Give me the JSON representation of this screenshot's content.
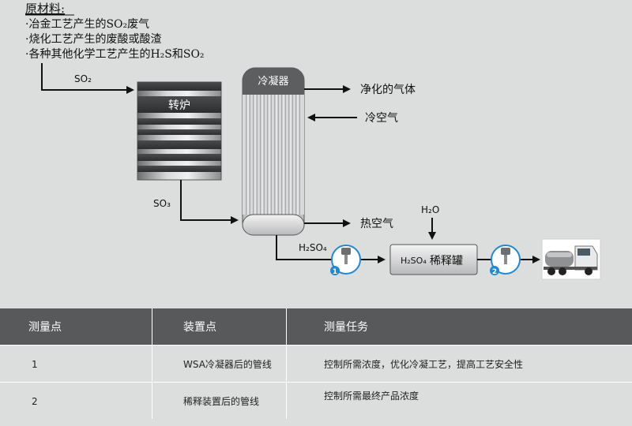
{
  "materials": {
    "title": "原材料:",
    "line1": "·冶金工艺产生的SO₂废气",
    "line2": "·烧化工艺产生的废酸或酸渣",
    "line3": "·各种其他化学工艺产生的H₂S和SO₂"
  },
  "diagram": {
    "so2_label": "SO₂",
    "so3_label": "SO₃",
    "h2so4_label": "H₂SO₄",
    "h2o_label": "H₂O",
    "converter_label": "转炉",
    "condenser_label": "冷凝器",
    "clean_gas": "净化的气体",
    "cold_air": "冷空气",
    "hot_air": "热空气",
    "tank_prefix": "H₂SO₄",
    "tank_label": "稀释罐",
    "sensor1_num": "1",
    "sensor2_num": "2"
  },
  "table": {
    "headers": [
      "测量点",
      "装置点",
      "测量任务"
    ],
    "rows": [
      [
        "1",
        "WSA冷凝器后的管线",
        "控制所需浓度，优化冷凝工艺，提高工艺安全性"
      ],
      [
        "2",
        "稀释装置后的管线",
        "控制所需最终产品浓度"
      ]
    ]
  }
}
